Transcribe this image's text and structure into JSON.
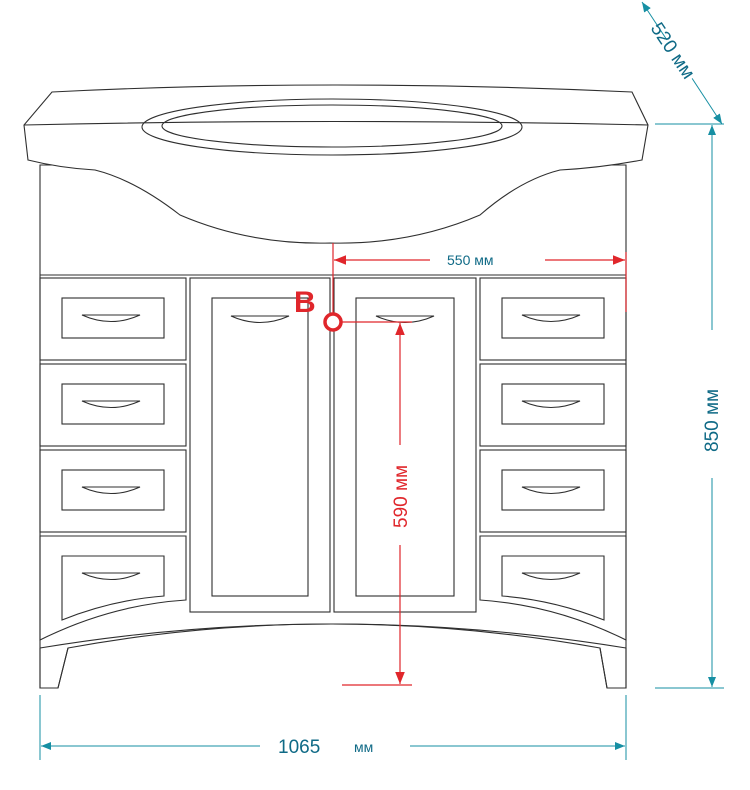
{
  "dimensions": {
    "width": "1065",
    "width_unit": "мм",
    "height": "850 мм",
    "depth": "520 мм",
    "drain_offset": "550 мм",
    "drain_height": "590 мм"
  },
  "markers": {
    "drain_label": "B"
  },
  "colors": {
    "dimension": "#168fa3",
    "marker": "#e0262b",
    "outline": "#2f2f2f"
  }
}
